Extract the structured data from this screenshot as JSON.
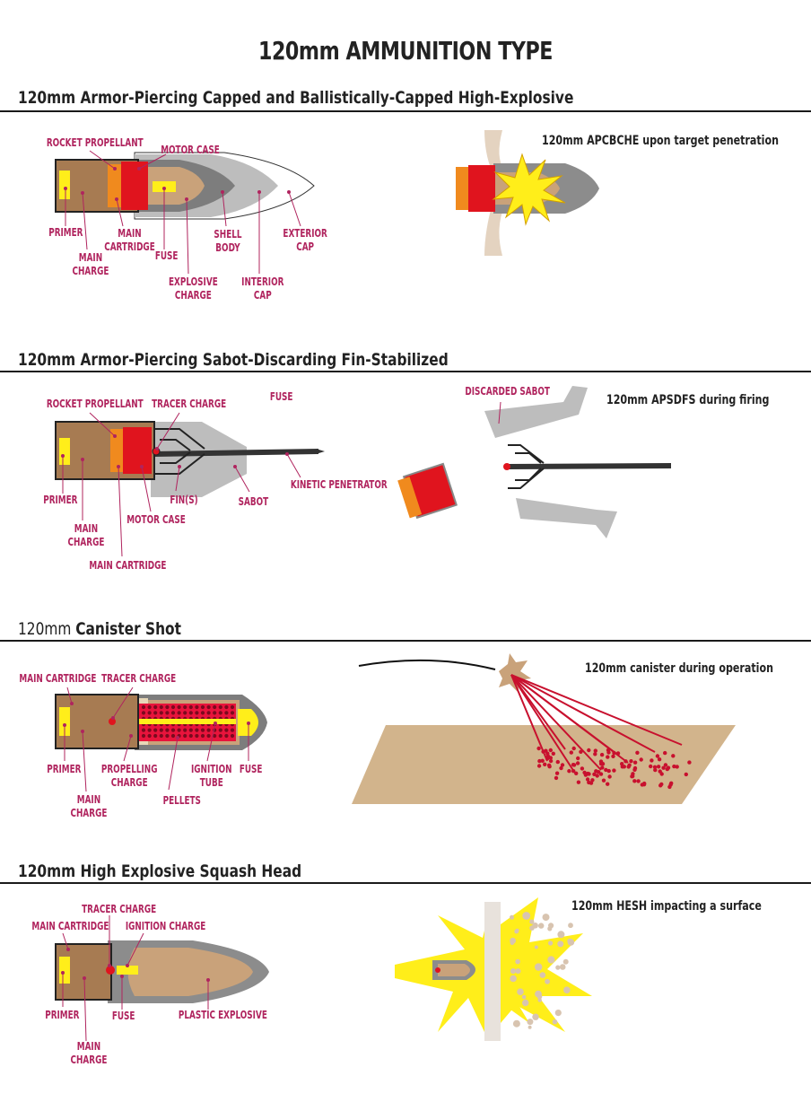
{
  "title": "120mm AMMUNITION TYPE",
  "sections": [
    {
      "heading": "120mm Armor-Piercing Capped and Ballistically-Capped High-Explosive",
      "caption": "120mm APCBCHE upon target penetration",
      "labels": {
        "rocket_propellant": "ROCKET PROPELLANT",
        "motor_case": "MOTOR CASE",
        "primer": "PRIMER",
        "main_charge": "MAIN\nCHARGE",
        "main_cartridge": "MAIN\nCARTRIDGE",
        "fuse": "FUSE",
        "explosive_charge": "EXPLOSIVE\nCHARGE",
        "shell_body": "SHELL\nBODY",
        "interior_cap": "INTERIOR\nCAP",
        "exterior_cap": "EXTERIOR\nCAP"
      }
    },
    {
      "heading": "120mm Armor-Piercing Sabot-Discarding Fin-Stabilized",
      "caption": "120mm APSDFS during firing",
      "labels": {
        "rocket_propellant": "ROCKET PROPELLANT",
        "tracer_charge": "TRACER CHARGE",
        "fuse": "FUSE",
        "discarded_sabot": "DISCARDED SABOT",
        "primer": "PRIMER",
        "main_charge": "MAIN\nCHARGE",
        "motor_case": "MOTOR CASE",
        "fins": "FIN(S)",
        "sabot": "SABOT",
        "kinetic_penetrator": "KINETIC PENETRATOR",
        "main_cartridge": "MAIN CARTRIDGE"
      }
    },
    {
      "heading_prefix": "120mm ",
      "heading_bold": "Canister Shot",
      "caption": "120mm canister during operation",
      "labels": {
        "main_cartridge": "MAIN CARTRIDGE",
        "tracer_charge": "TRACER CHARGE",
        "primer": "PRIMER",
        "propelling_charge": "PROPELLING\nCHARGE",
        "ignition_tube": "IGNITION\nTUBE",
        "fuse": "FUSE",
        "main_charge": "MAIN\nCHARGE",
        "pellets": "PELLETS"
      }
    },
    {
      "heading": "120mm High Explosive Squash Head",
      "caption": "120mm HESH impacting a surface",
      "labels": {
        "tracer_charge": "TRACER CHARGE",
        "main_cartridge": "MAIN CARTRIDGE",
        "ignition_charge": "IGNITION CHARGE",
        "primer": "PRIMER",
        "fuse": "FUSE",
        "plastic_explosive": "PLASTIC EXPLOSIVE",
        "main_charge": "MAIN\nCHARGE"
      }
    }
  ],
  "colors": {
    "label": "#b0245e",
    "cartridge": "#a77b52",
    "propellant": "#f08a1e",
    "motor_case": "#e0141e",
    "fuse_yellow": "#ffee1a",
    "explosive": "#c9a27a",
    "steel_dark": "#7d7d7d",
    "steel_light": "#bdbdbd",
    "ground": "#d2b48c"
  }
}
